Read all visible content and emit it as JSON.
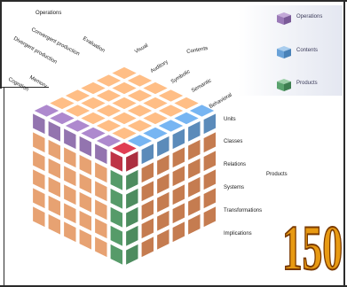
{
  "legend": [
    {
      "label": "Operations",
      "color": "#9b7ab8",
      "icon": "purple-cube-icon"
    },
    {
      "label": "Contents",
      "color": "#6aa2d8",
      "icon": "blue-cube-icon"
    },
    {
      "label": "Products",
      "color": "#5aa36e",
      "icon": "green-cube-icon"
    }
  ],
  "operations_labels": [
    "Operations",
    "Evaluation",
    "Convergent production",
    "Divergent production",
    "Memory",
    "Cognition"
  ],
  "contents_labels": [
    "Visual",
    "Auditory",
    "Contents",
    "Symbolic",
    "Semantic",
    "Behavioral"
  ],
  "product_labels": [
    "Units",
    "Classes",
    "Relations",
    "Systems",
    "Transformations",
    "Implications"
  ],
  "products_side_label": "Products",
  "badge_text": "150",
  "colors": {
    "cube_face": "#f3aa78",
    "cube_side": "#e5905d",
    "operations": "#9b7ab8",
    "contents": "#6aa2d8",
    "products": "#5aa36e",
    "intersection": "#c8374a"
  }
}
